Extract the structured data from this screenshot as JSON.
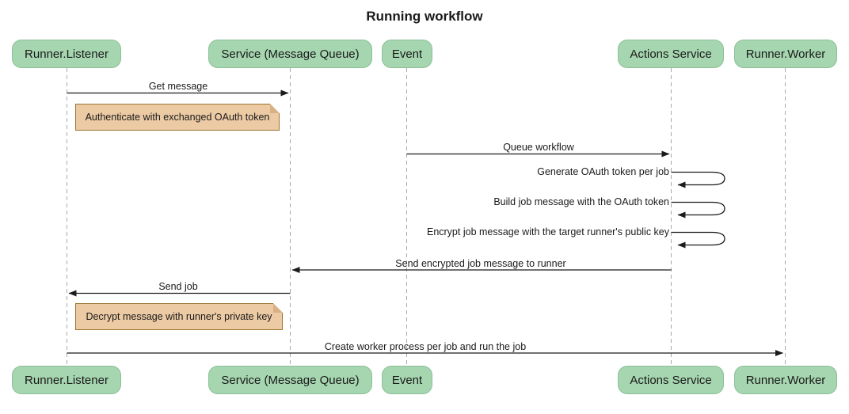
{
  "diagram_type": "sequence",
  "title": "Running workflow",
  "actors": [
    {
      "id": "runner-listener",
      "label": "Runner.Listener"
    },
    {
      "id": "service-message-queue",
      "label": "Service (Message Queue)"
    },
    {
      "id": "event",
      "label": "Event"
    },
    {
      "id": "actions-service",
      "label": "Actions Service"
    },
    {
      "id": "runner-worker",
      "label": "Runner.Worker"
    }
  ],
  "messages": [
    {
      "from": "runner-listener",
      "to": "service-message-queue",
      "type": "arrow",
      "label": "Get message"
    },
    {
      "from": "event",
      "to": "actions-service",
      "type": "arrow",
      "label": "Queue workflow"
    },
    {
      "from": "actions-service",
      "to": "actions-service",
      "type": "self",
      "label": "Generate OAuth token per job"
    },
    {
      "from": "actions-service",
      "to": "actions-service",
      "type": "self",
      "label": "Build job message with the OAuth token"
    },
    {
      "from": "actions-service",
      "to": "actions-service",
      "type": "self",
      "label": "Encrypt job message with the target runner's public key"
    },
    {
      "from": "actions-service",
      "to": "service-message-queue",
      "type": "arrow",
      "label": "Send encrypted job message to runner"
    },
    {
      "from": "service-message-queue",
      "to": "runner-listener",
      "type": "arrow",
      "label": "Send job"
    },
    {
      "from": "runner-listener",
      "to": "runner-worker",
      "type": "arrow",
      "label": "Create worker process per job and run the job"
    }
  ],
  "notes": [
    {
      "over": "runner-listener",
      "label": "Authenticate with exchanged OAuth token"
    },
    {
      "over": "runner-listener",
      "label": "Decrypt message with runner's private key"
    }
  ],
  "colors": {
    "actor_fill": "#a6d6b0",
    "actor_border": "#8cbf98",
    "note_fill": "#eccba4",
    "note_border": "#9c7332",
    "note_fold": "#d9b083",
    "lifeline": "#a9a9a9",
    "arrow": "#1b1b1b",
    "text": "#1a1a1a",
    "background": "#ffffff"
  }
}
